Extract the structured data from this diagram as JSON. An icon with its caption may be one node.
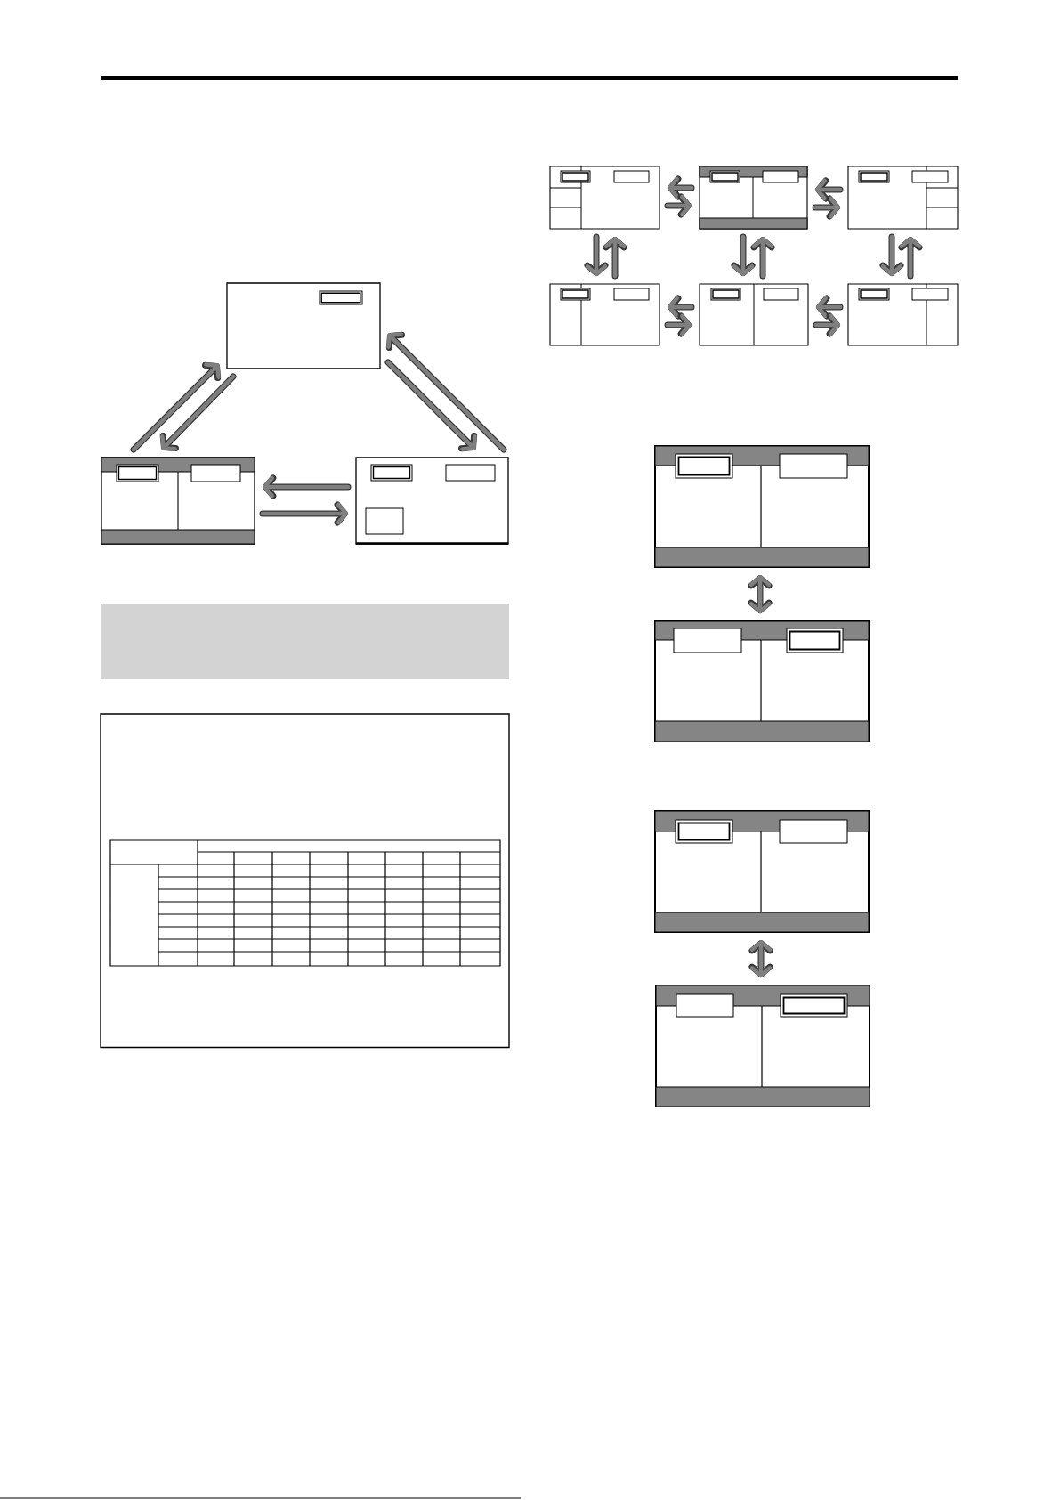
{
  "diagram": {
    "nodes": [
      {
        "text": [],
        "shape": "box"
      },
      {
        "text": [],
        "shape": "box"
      },
      {
        "text": [],
        "shape": "box"
      },
      {
        "text": [],
        "shape": "box"
      },
      {
        "text": [],
        "shape": "box"
      },
      {
        "text": [],
        "shape": "box"
      },
      {
        "text": [],
        "shape": "box"
      },
      {
        "text": [],
        "shape": "box"
      },
      {
        "text": [],
        "shape": "box"
      },
      {
        "text": [],
        "shape": "box"
      },
      {
        "text": [],
        "shape": "box"
      },
      {
        "text": [],
        "shape": "box"
      },
      {
        "text": [],
        "shape": "box"
      }
    ],
    "edges": [
      {
        "from": 1,
        "to": 0,
        "arrow": "to"
      },
      {
        "from": 0,
        "to": 1,
        "arrow": "to"
      },
      {
        "from": 0,
        "to": 2,
        "arrow": "to"
      },
      {
        "from": 2,
        "to": 0,
        "arrow": "to"
      },
      {
        "from": 2,
        "to": 1,
        "arrow": "to"
      },
      {
        "from": 1,
        "to": 2,
        "arrow": "to"
      },
      {
        "from": 4,
        "to": 3,
        "arrow": "to"
      },
      {
        "from": 3,
        "to": 4,
        "arrow": "to"
      },
      {
        "from": 5,
        "to": 4,
        "arrow": "to"
      },
      {
        "from": 4,
        "to": 5,
        "arrow": "to"
      },
      {
        "from": 3,
        "to": 6,
        "arrow": "to"
      },
      {
        "from": 6,
        "to": 3,
        "arrow": "to"
      },
      {
        "from": 4,
        "to": 7,
        "arrow": "to"
      },
      {
        "from": 7,
        "to": 4,
        "arrow": "to"
      },
      {
        "from": 5,
        "to": 8,
        "arrow": "to"
      },
      {
        "from": 8,
        "to": 5,
        "arrow": "to"
      },
      {
        "from": 7,
        "to": 6,
        "arrow": "to"
      },
      {
        "from": 6,
        "to": 7,
        "arrow": "to"
      },
      {
        "from": 8,
        "to": 7,
        "arrow": "to"
      },
      {
        "from": 7,
        "to": 8,
        "arrow": "to"
      },
      {
        "from": 9,
        "to": 10,
        "arrow": "both"
      },
      {
        "from": 11,
        "to": 12,
        "arrow": "both"
      }
    ]
  }
}
